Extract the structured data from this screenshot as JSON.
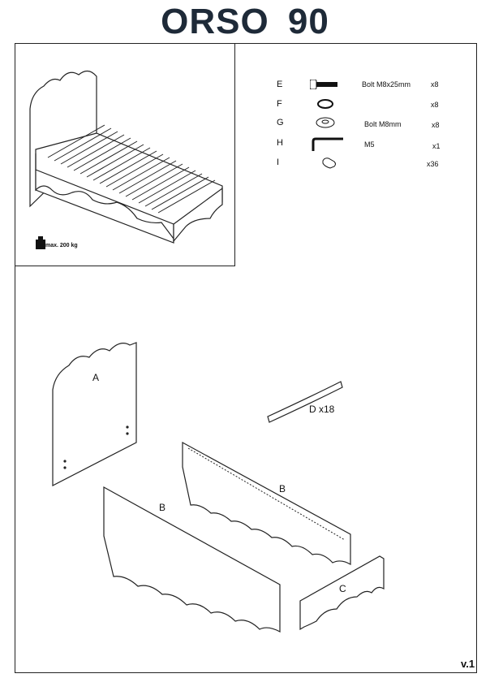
{
  "title": "ORSO 90",
  "overview": {
    "max_load": "max. 200 kg"
  },
  "hardware": [
    {
      "letter": "E",
      "icon": "bolt-icon",
      "desc": "Bolt  M8x25mm",
      "qty": "x8"
    },
    {
      "letter": "F",
      "icon": "spring-washer-icon",
      "desc": "",
      "qty": "x8"
    },
    {
      "letter": "G",
      "icon": "washer-icon",
      "desc": "Bolt  M8mm",
      "qty": "x8"
    },
    {
      "letter": "H",
      "icon": "allen-key-icon",
      "desc": "M5",
      "qty": "x1"
    },
    {
      "letter": "I",
      "icon": "slat-holder-icon",
      "desc": "",
      "qty": "x36"
    }
  ],
  "parts": {
    "a": "A",
    "b1": "B",
    "b2": "B",
    "c": "C",
    "d": "D  x18"
  },
  "version": "v.1"
}
